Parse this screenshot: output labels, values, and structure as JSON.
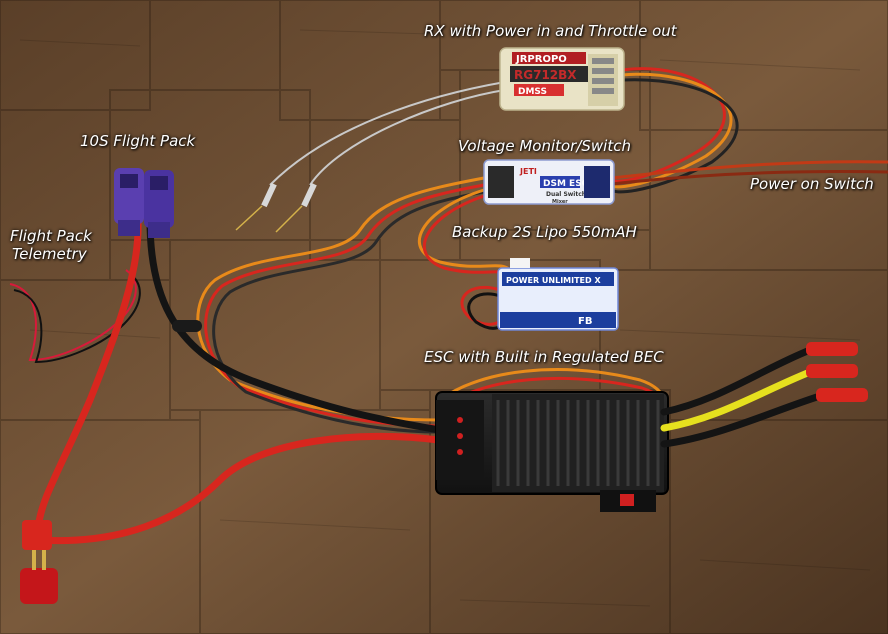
{
  "labels": {
    "rx": "RX with Power in  and Throttle out",
    "flight_pack": "10S Flight Pack",
    "voltage_monitor": "Voltage Monitor/Switch",
    "power_switch": "Power on Switch",
    "telemetry_line1": "Flight Pack",
    "telemetry_line2": "Telemetry",
    "backup_lipo": "Backup 2S Lipo 550mAH",
    "esc": "ESC with Built in Regulated BEC"
  },
  "receiver": {
    "brand": "JRPROPO",
    "model": "RG712BX",
    "sub": "DMSS"
  },
  "switch_unit": {
    "brand": "JETI",
    "line1": "DSM ESC",
    "line2": "Dual Switch",
    "line3": "Mixer"
  },
  "battery": {
    "brand": "POWER UNLIMITED X",
    "logo": "FB"
  },
  "colors": {
    "wood": "#6e4e33",
    "wire_red": "#d8261e",
    "wire_yellow": "#e6e01e",
    "wire_black": "#141414",
    "wire_orange": "#e88a1a",
    "connector_purple": "#5a3fb0",
    "esc_body": "#1e1e1e"
  }
}
